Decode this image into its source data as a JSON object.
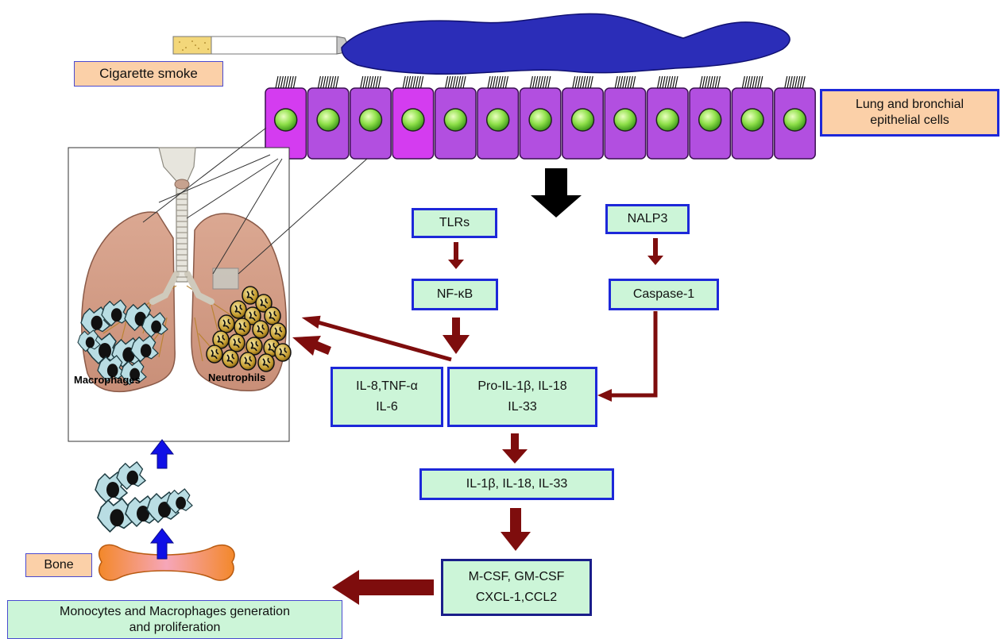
{
  "labels": {
    "cigarette_smoke": "Cigarette smoke",
    "epithelial": [
      "Lung and bronchial",
      "epithelial cells"
    ],
    "tlrs": "TLRs",
    "nalp3": "NALP3",
    "nfkb": "NF-κB",
    "caspase1": "Caspase-1",
    "il8_box": [
      "IL-8,TNF-α",
      "IL-6"
    ],
    "proil_box": [
      "Pro-IL-1β, IL-18",
      "IL-33"
    ],
    "il1b_box": "IL-1β, IL-18, IL-33",
    "csf_box": [
      "M-CSF, GM-CSF",
      "CXCL-1,CCL2"
    ],
    "bone": "Bone",
    "monocytes": [
      "Monocytes and Macrophages generation",
      "and proliferation"
    ],
    "macrophages": "Macrophages",
    "neutrophils": "Neutrophils"
  },
  "colors": {
    "box_fill": "#ccf5d8",
    "label_fill": "#fbd0a8",
    "box_border": "#1d28d9",
    "arrow_dark_red": "#7e0d0d",
    "arrow_blue": "#1010e6",
    "cell_purple": "#b24fe0",
    "cell_purple_bright": "#d43cf0",
    "smoke": "#2b2db8",
    "macrophage_fill": "#b9dde3"
  }
}
